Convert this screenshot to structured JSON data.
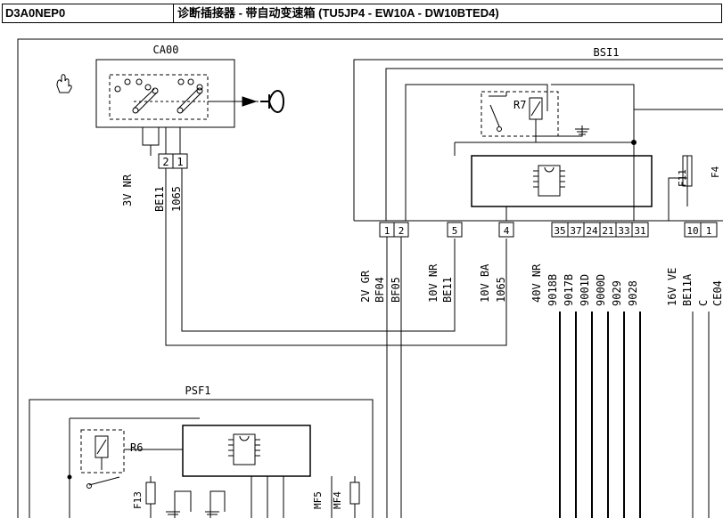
{
  "header": {
    "code": "D3A0NEP0",
    "title": "诊断插接器 - 带自动变速箱 (TU5JP4 - EW10A - DW10BTED4)"
  },
  "components": {
    "ca00": {
      "name": "CA00",
      "pin2": "2",
      "pin1": "1",
      "color_label": "3V NR",
      "wire_be11": "BE11",
      "wire_1065": "1065"
    },
    "bsi1": {
      "name": "BSI1",
      "relay": "R7",
      "fuse_f11": "F11",
      "fuse_f4": "F4"
    },
    "psf1": {
      "name": "PSF1",
      "relay": "R6",
      "fuse_f13": "F13",
      "fuse_mf5": "MF5",
      "fuse_mf4": "MF4"
    }
  },
  "connectors": [
    {
      "pins": [
        "1",
        "2"
      ],
      "color": "2V GR",
      "wires": [
        "BF04",
        "BF05"
      ]
    },
    {
      "pins": [
        "5"
      ],
      "color": "10V NR",
      "wires": [
        "BE11"
      ]
    },
    {
      "pins": [
        "4"
      ],
      "color": "10V BA",
      "wires": [
        "1065"
      ]
    },
    {
      "pins": [
        "35",
        "37",
        "24",
        "21",
        "33",
        "31"
      ],
      "color": "40V NR",
      "wires": [
        "9018B",
        "9017B",
        "9001D",
        "9000D",
        "9029",
        "9028"
      ]
    },
    {
      "pins": [
        "10",
        "1"
      ],
      "color": "16V VE",
      "wires": [
        "BE11A",
        "C",
        "CE04"
      ]
    }
  ]
}
